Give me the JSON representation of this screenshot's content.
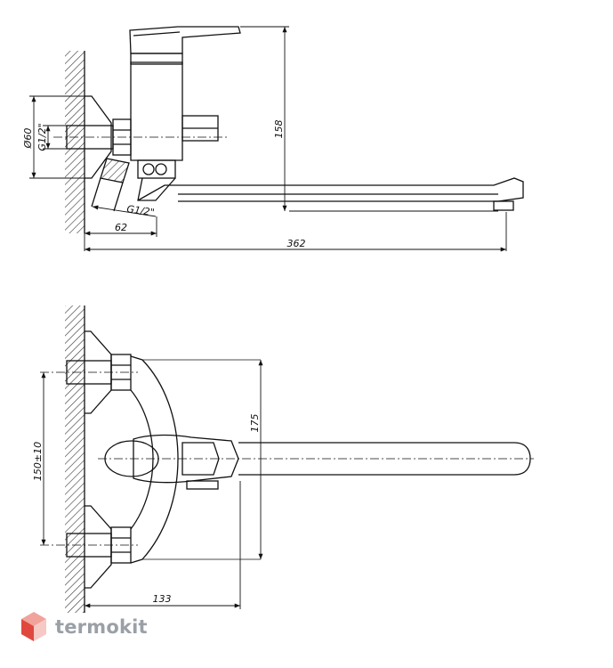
{
  "side_view": {
    "dim_height": "158",
    "dim_diameter": "Ø60",
    "dim_thread_vertical": "G1/2\"",
    "dim_thread_angled": "G1/2\"",
    "dim_offset": "62",
    "dim_spout_length": "362"
  },
  "top_view": {
    "dim_depth": "175",
    "dim_center_distance": "150±10",
    "dim_offset": "133"
  },
  "branding": {
    "logo_text": "termokit",
    "logo_colors": [
      "#f1a39b",
      "#e0483e",
      "#f6c9c4"
    ]
  }
}
